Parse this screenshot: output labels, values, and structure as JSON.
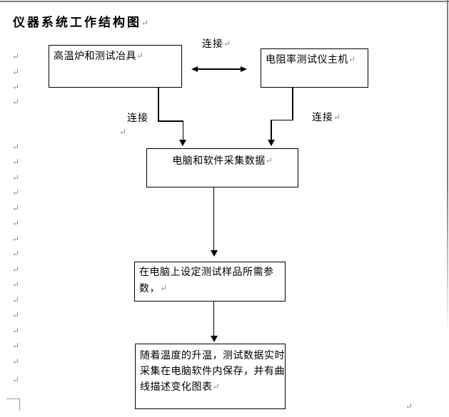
{
  "title": "仪器系统工作结构图",
  "marks": {
    "pilcrow": "↵"
  },
  "flowchart": {
    "box_furnace": {
      "label": "高温炉和测试冶具"
    },
    "box_host": {
      "label": "电阻率测试仪主机"
    },
    "box_computer": {
      "label": "电脑和软件采集数据"
    },
    "box_parameters": {
      "lines": [
        "在电脑上设定测试样品所需参",
        "数，"
      ]
    },
    "box_saving": {
      "lines": [
        "随着温度的升温，测试数据实时",
        "采集在电脑软件内保存，并有曲",
        "线描述变化图表"
      ]
    },
    "labels": {
      "connect_top": "连接",
      "connect_left": "连接",
      "connect_right": "连接"
    }
  },
  "colors": {
    "box_border": "#000000",
    "text": "#000000",
    "formatting_mark": "#8a8a8a",
    "page_edge": "#7d7d7d"
  }
}
